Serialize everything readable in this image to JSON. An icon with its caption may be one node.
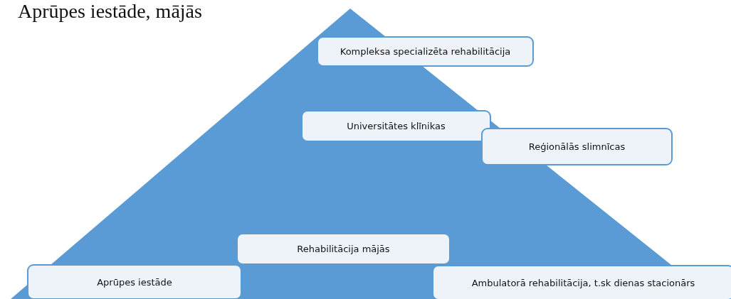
{
  "diagram": {
    "nodes": [
      {
        "text": [
          "Kompleksa specializēta rehabilitācija"
        ]
      },
      {
        "text": [
          "Universitātes klīnikas"
        ]
      },
      {
        "text": [
          "Reģionālās slimnīcas"
        ]
      },
      {
        "text": [
          "Rehabilitācija mājās"
        ]
      },
      {
        "text": [
          "Aprūpes iestāde"
        ]
      },
      {
        "text": [
          "Ambulatorā rehabilitācija, t.sk dienas stacionārs"
        ]
      }
    ],
    "edges": [],
    "labels": [
      "Aprūpes iestāde, mājās"
    ]
  }
}
